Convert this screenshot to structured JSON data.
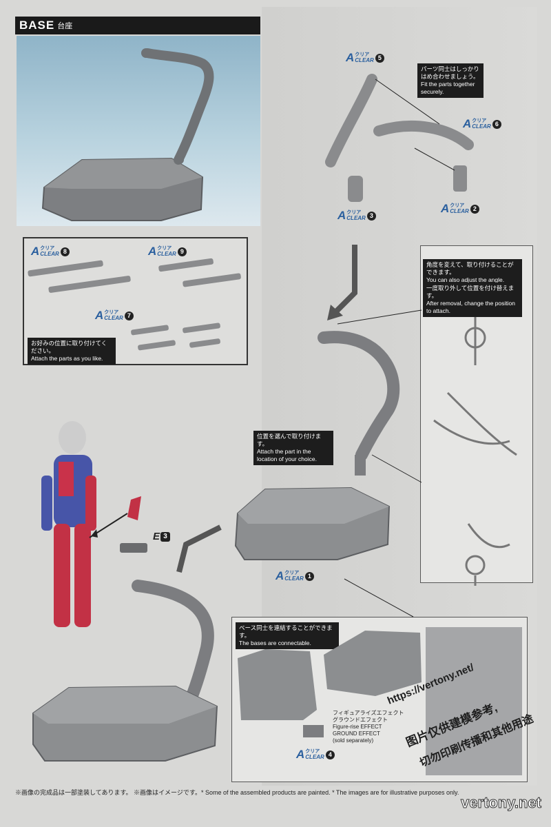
{
  "section": {
    "title_en": "BASE",
    "title_jp": "台座"
  },
  "tags": {
    "a5": {
      "letter": "A",
      "jp": "クリア",
      "en": "CLEAR",
      "num": "5"
    },
    "a6": {
      "letter": "A",
      "jp": "クリア",
      "en": "CLEAR",
      "num": "6"
    },
    "a2": {
      "letter": "A",
      "jp": "クリア",
      "en": "CLEAR",
      "num": "2"
    },
    "a3": {
      "letter": "A",
      "jp": "クリア",
      "en": "CLEAR",
      "num": "3"
    },
    "a8": {
      "letter": "A",
      "jp": "クリア",
      "en": "CLEAR",
      "num": "8"
    },
    "a9": {
      "letter": "A",
      "jp": "クリア",
      "en": "CLEAR",
      "num": "9"
    },
    "a7": {
      "letter": "A",
      "jp": "クリア",
      "en": "CLEAR",
      "num": "7"
    },
    "a1": {
      "letter": "A",
      "jp": "クリア",
      "en": "CLEAR",
      "num": "1"
    },
    "a4": {
      "letter": "A",
      "jp": "クリア",
      "en": "CLEAR",
      "num": "4"
    },
    "e3": {
      "letter": "E",
      "num": "3"
    }
  },
  "callouts": {
    "fit_jp": "パーツ同士はしっかりはめ合わせましょう。",
    "fit_en": "Fit the parts together securely.",
    "attach_jp": "お好みの位置に取り付けてください。",
    "attach_en": "Attach the parts as you like.",
    "angle_jp": "角度を変えて、取り付けることができます。",
    "angle_en": "You can also adjust the angle.",
    "remove_jp": "一度取り外して位置を付け替えます。",
    "remove_en": "After removal, change the position to attach.",
    "location_jp": "位置を選んで取り付けます。",
    "location_en": "Attach the part in the location of your choice.",
    "bases_jp": "ベース同士を連結することができます。",
    "bases_en": "The bases are connectable."
  },
  "effect_note": {
    "jp1": "フィギュアライズエフェクト",
    "jp2": "グラウンドエフェクト",
    "en1": "Figure-rise EFFECT",
    "en2": "GROUND EFFECT",
    "en3": "(sold separately)"
  },
  "footer": "※画像の完成品は一部塗装してあります。 ※画像はイメージです。* Some of the assembled products are painted.  * The images are for illustrative purposes only.",
  "watermark": {
    "url": "https://vertony.net/",
    "line1": "图片仅供建模参考,",
    "line2": "切勿印刷传播和其他用途",
    "site": "vertony.net"
  }
}
